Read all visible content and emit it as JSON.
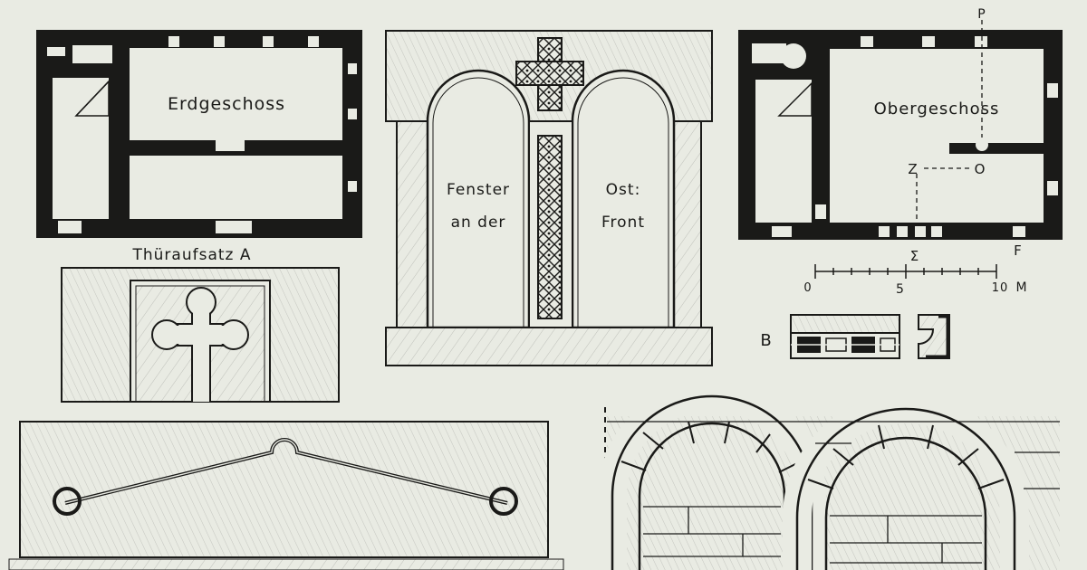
{
  "colors": {
    "paper": "#e9ebe3",
    "ink": "#1a1a18"
  },
  "plans": {
    "ground": {
      "label": "Erdgeschoss"
    },
    "upper": {
      "label": "Obergeschoss",
      "marks": {
        "p": "P",
        "z": "Z",
        "o": "O",
        "e": "Σ",
        "f": "F"
      }
    }
  },
  "window": {
    "line1_left": "Fenster",
    "line2_left": "an der",
    "line1_right": "Ost:",
    "line2_right": "Front"
  },
  "door_top": {
    "label": "Thüraufsatz A"
  },
  "scale": {
    "tick0": "0",
    "tick5": "5",
    "tick10": "10",
    "unit": "M"
  },
  "detail_b": {
    "label": "B"
  }
}
